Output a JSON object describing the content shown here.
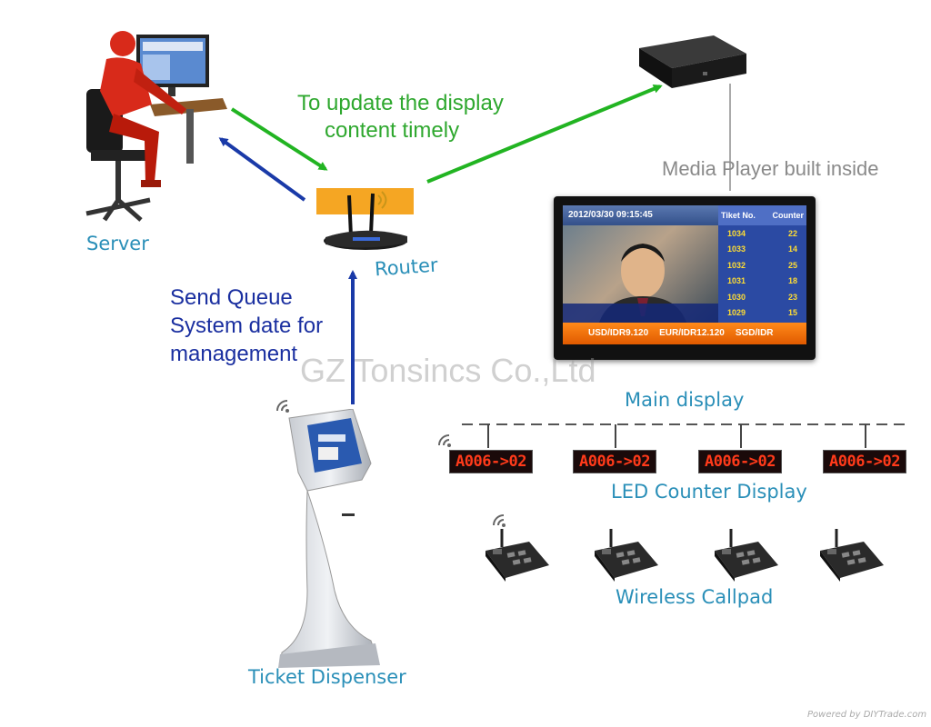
{
  "labels": {
    "update_line1": "To update the display",
    "update_line2": "content timely",
    "server": "Server",
    "router": "Router",
    "send_line1": "Send Queue",
    "send_line2": "System date for",
    "send_line3": "management",
    "media_player": "Media Player built inside",
    "main_display": "Main display",
    "led_counter_display": "LED Counter Display",
    "wireless_callpad": "Wireless Callpad",
    "ticket_dispenser": "Ticket Dispenser"
  },
  "watermark": "GZ Tonsincs Co.,Ltd",
  "footer": "Powered by DIYTrade.com",
  "tv": {
    "datetime": "2012/03/30  09:15:45",
    "col_ticket": "Tiket No.",
    "col_counter": "Counter",
    "rows": [
      {
        "ticket": "1034",
        "counter": "22"
      },
      {
        "ticket": "1033",
        "counter": "14"
      },
      {
        "ticket": "1032",
        "counter": "25"
      },
      {
        "ticket": "1031",
        "counter": "18"
      },
      {
        "ticket": "1030",
        "counter": "23"
      },
      {
        "ticket": "1029",
        "counter": "15"
      }
    ],
    "ticker": [
      "USD/IDR9.120",
      "EUR/IDR12.120",
      "SGD/IDR"
    ]
  },
  "led_displays": [
    "A006->02",
    "A006->02",
    "A006->02",
    "A006->02"
  ],
  "colors": {
    "green_arrow": "#22b422",
    "blue_arrow": "#1a3aa8",
    "label_teal": "#2a8fb8",
    "led_red": "#ff3a1a"
  }
}
